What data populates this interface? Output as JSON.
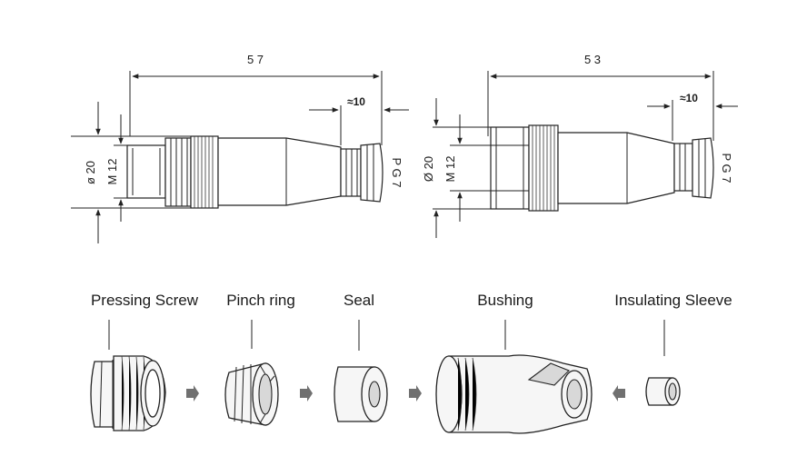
{
  "top_left_drawing": {
    "length_label": "5 7",
    "end_length_label": "≈10",
    "diameter_label": "ø 20",
    "thread_label": "M 12",
    "gland_label": "P G 7"
  },
  "top_right_drawing": {
    "length_label": "5 3",
    "end_length_label": "≈10",
    "diameter_label": "Ø 20",
    "thread_label": "M 12",
    "gland_label": "P G 7"
  },
  "parts": [
    {
      "label": "Pressing Screw"
    },
    {
      "label": "Pinch ring"
    },
    {
      "label": "Seal"
    },
    {
      "label": "Bushing"
    },
    {
      "label": "Insulating Sleeve"
    }
  ],
  "colors": {
    "line": "#222222",
    "flow_arrow": "#707070"
  }
}
